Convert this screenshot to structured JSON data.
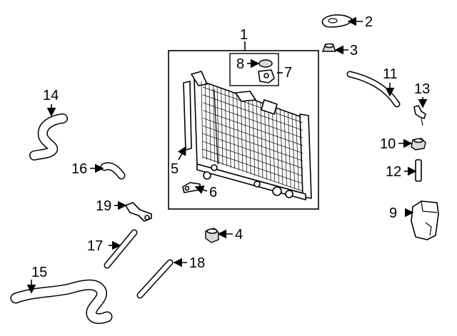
{
  "callouts": [
    {
      "id": "1",
      "text": "1"
    },
    {
      "id": "2",
      "text": "2"
    },
    {
      "id": "3",
      "text": "3"
    },
    {
      "id": "4",
      "text": "4"
    },
    {
      "id": "5",
      "text": "5"
    },
    {
      "id": "6",
      "text": "6"
    },
    {
      "id": "7",
      "text": "7"
    },
    {
      "id": "8",
      "text": "8"
    },
    {
      "id": "9",
      "text": "9"
    },
    {
      "id": "10",
      "text": "10"
    },
    {
      "id": "11",
      "text": "11"
    },
    {
      "id": "12",
      "text": "12"
    },
    {
      "id": "13",
      "text": "13"
    },
    {
      "id": "14",
      "text": "14"
    },
    {
      "id": "15",
      "text": "15"
    },
    {
      "id": "16",
      "text": "16"
    },
    {
      "id": "17",
      "text": "17"
    },
    {
      "id": "18",
      "text": "18"
    },
    {
      "id": "19",
      "text": "19"
    }
  ],
  "colors": {
    "line": "#000000",
    "background": "#ffffff",
    "shade": "#d9d9d9"
  }
}
